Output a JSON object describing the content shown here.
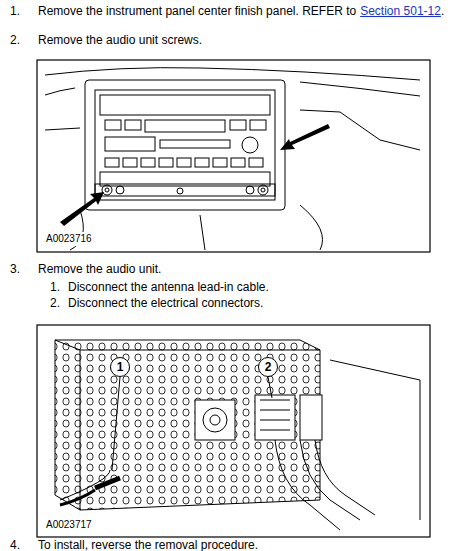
{
  "diagram": {
    "nodes": [
      {
        "text": [
          "1"
        ]
      },
      {
        "text": [
          "2"
        ]
      }
    ],
    "labels": [
      "1.",
      "Remove the instrument panel center finish panel. REFER to",
      "Section 501-12",
      ".",
      "2.",
      "Remove the audio unit screws.",
      "A0023716",
      "3.",
      "Remove the audio unit.",
      "1.",
      "Disconnect the antenna lead-in cable.",
      "2.",
      "Disconnect the electrical connectors.",
      "A0023717",
      "4.",
      "To install, reverse the removal procedure."
    ]
  }
}
